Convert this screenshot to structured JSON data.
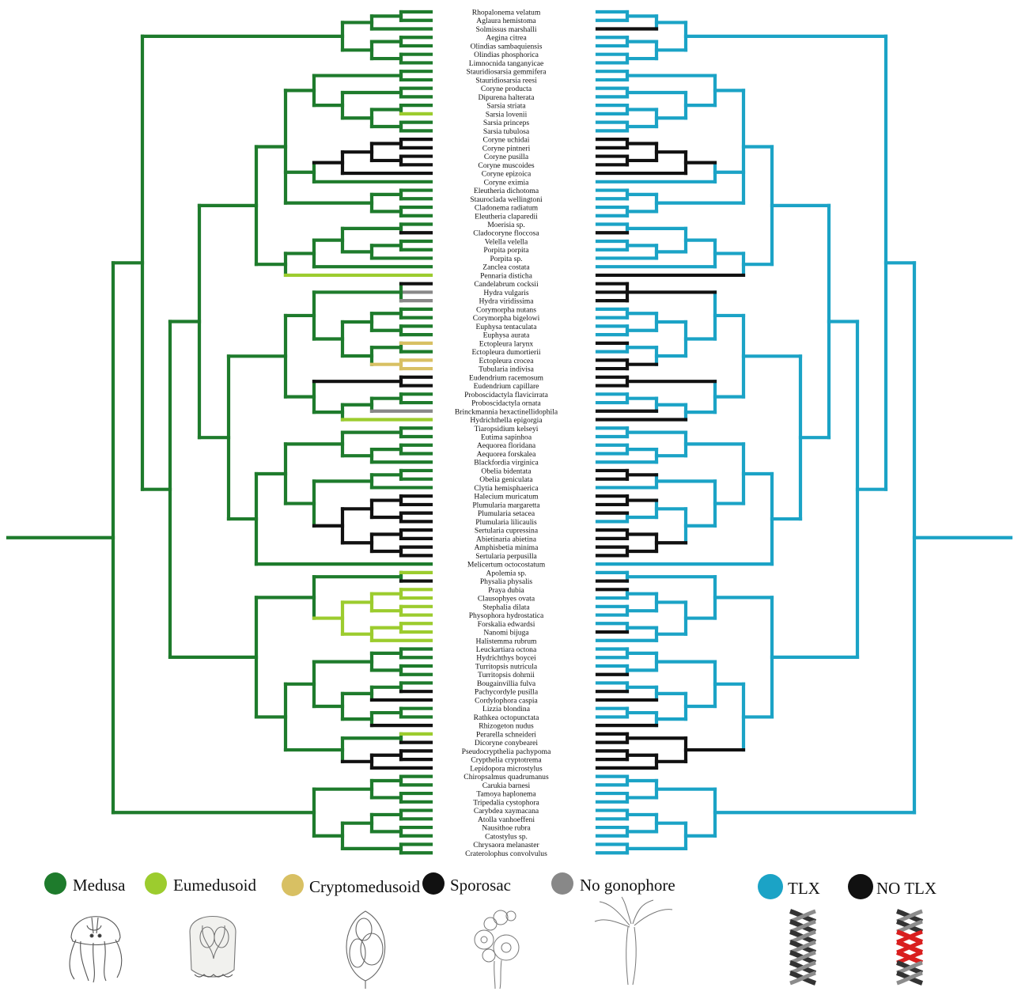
{
  "colors": {
    "medusa": "#1e7b2c",
    "eumedusoid": "#9ccc2e",
    "cryptomedusoid": "#d8c063",
    "sporosac": "#111111",
    "no_gonophore": "#888888",
    "tlx": "#1ba3c6",
    "no_tlx": "#111111",
    "dna_gray_dark": "#333333",
    "dna_gray_light": "#8c8c8c",
    "dna_red": "#d91e1e"
  },
  "taxa": [
    {
      "name": "Rhopalonema velatum",
      "gonophore": "medusa",
      "tlx": "tlx"
    },
    {
      "name": "Aglaura hemistoma",
      "gonophore": "medusa",
      "tlx": "tlx"
    },
    {
      "name": "Solmissus marshalli",
      "gonophore": "medusa",
      "tlx": "no_tlx"
    },
    {
      "name": "Aegina citrea",
      "gonophore": "medusa",
      "tlx": "tlx"
    },
    {
      "name": "Olindias sambaquiensis",
      "gonophore": "medusa",
      "tlx": "tlx"
    },
    {
      "name": "Olindias phosphorica",
      "gonophore": "medusa",
      "tlx": "tlx"
    },
    {
      "name": "Limnocnida tanganyicae",
      "gonophore": "medusa",
      "tlx": "tlx"
    },
    {
      "name": "Stauridiosarsia gemmifera",
      "gonophore": "medusa",
      "tlx": "tlx"
    },
    {
      "name": "Stauridiosarsia reesi",
      "gonophore": "medusa",
      "tlx": "tlx"
    },
    {
      "name": "Coryne producta",
      "gonophore": "medusa",
      "tlx": "tlx"
    },
    {
      "name": "Dipurena halterata",
      "gonophore": "medusa",
      "tlx": "tlx"
    },
    {
      "name": "Sarsia striata",
      "gonophore": "medusa",
      "tlx": "tlx"
    },
    {
      "name": "Sarsia lovenii",
      "gonophore": "eumedusoid",
      "tlx": "tlx"
    },
    {
      "name": "Sarsia princeps",
      "gonophore": "medusa",
      "tlx": "tlx"
    },
    {
      "name": "Sarsia tubulosa",
      "gonophore": "medusa",
      "tlx": "tlx"
    },
    {
      "name": "Coryne uchidai",
      "gonophore": "sporosac",
      "tlx": "no_tlx"
    },
    {
      "name": "Coryne pintneri",
      "gonophore": "sporosac",
      "tlx": "no_tlx"
    },
    {
      "name": "Coryne pusilla",
      "gonophore": "sporosac",
      "tlx": "no_tlx"
    },
    {
      "name": "Coryne muscoides",
      "gonophore": "sporosac",
      "tlx": "no_tlx"
    },
    {
      "name": "Coryne epizoica",
      "gonophore": "sporosac",
      "tlx": "no_tlx"
    },
    {
      "name": "Coryne eximia",
      "gonophore": "medusa",
      "tlx": "tlx"
    },
    {
      "name": "Eleutheria dichotoma",
      "gonophore": "medusa",
      "tlx": "tlx"
    },
    {
      "name": "Stauroclada wellingtoni",
      "gonophore": "medusa",
      "tlx": "tlx"
    },
    {
      "name": "Cladonema radiatum",
      "gonophore": "medusa",
      "tlx": "tlx"
    },
    {
      "name": "Eleutheria claparedii",
      "gonophore": "medusa",
      "tlx": "tlx"
    },
    {
      "name": "Moerisia sp.",
      "gonophore": "medusa",
      "tlx": "tlx"
    },
    {
      "name": "Cladocoryne floccosa",
      "gonophore": "sporosac",
      "tlx": "no_tlx"
    },
    {
      "name": "Velella velella",
      "gonophore": "medusa",
      "tlx": "tlx"
    },
    {
      "name": "Porpita porpita",
      "gonophore": "medusa",
      "tlx": "tlx"
    },
    {
      "name": "Porpita sp.",
      "gonophore": "medusa",
      "tlx": "tlx"
    },
    {
      "name": "Zanclea costata",
      "gonophore": "medusa",
      "tlx": "tlx"
    },
    {
      "name": "Pennaria disticha",
      "gonophore": "eumedusoid",
      "tlx": "no_tlx"
    },
    {
      "name": "Candelabrum cocksii",
      "gonophore": "sporosac",
      "tlx": "no_tlx"
    },
    {
      "name": "Hydra vulgaris",
      "gonophore": "no_gonophore",
      "tlx": "no_tlx"
    },
    {
      "name": "Hydra viridissima",
      "gonophore": "no_gonophore",
      "tlx": "no_tlx"
    },
    {
      "name": "Corymorpha nutans",
      "gonophore": "medusa",
      "tlx": "tlx"
    },
    {
      "name": "Corymorpha bigelowi",
      "gonophore": "medusa",
      "tlx": "tlx"
    },
    {
      "name": "Euphysa tentaculata",
      "gonophore": "medusa",
      "tlx": "tlx"
    },
    {
      "name": "Euphysa aurata",
      "gonophore": "medusa",
      "tlx": "tlx"
    },
    {
      "name": "Ectopleura larynx",
      "gonophore": "cryptomedusoid",
      "tlx": "no_tlx"
    },
    {
      "name": "Ectopleura dumortierii",
      "gonophore": "medusa",
      "tlx": "tlx"
    },
    {
      "name": "Ectopleura crocea",
      "gonophore": "cryptomedusoid",
      "tlx": "no_tlx"
    },
    {
      "name": "Tubularia indivisa",
      "gonophore": "cryptomedusoid",
      "tlx": "no_tlx"
    },
    {
      "name": "Eudendrium racemosum",
      "gonophore": "sporosac",
      "tlx": "no_tlx"
    },
    {
      "name": "Eudendrium capillare",
      "gonophore": "sporosac",
      "tlx": "no_tlx"
    },
    {
      "name": "Proboscidactyla flavicirrata",
      "gonophore": "medusa",
      "tlx": "tlx"
    },
    {
      "name": "Proboscidactyla ornata",
      "gonophore": "medusa",
      "tlx": "tlx"
    },
    {
      "name": "Brinckmannia hexactinellidophila",
      "gonophore": "no_gonophore",
      "tlx": "no_tlx"
    },
    {
      "name": "Hydrichthella epigorgia",
      "gonophore": "eumedusoid",
      "tlx": "no_tlx"
    },
    {
      "name": "Tiaropsidium kelseyi",
      "gonophore": "medusa",
      "tlx": "tlx"
    },
    {
      "name": "Eutima sapinhoa",
      "gonophore": "medusa",
      "tlx": "tlx"
    },
    {
      "name": "Aequorea floridana",
      "gonophore": "medusa",
      "tlx": "tlx"
    },
    {
      "name": "Aequorea forskalea",
      "gonophore": "medusa",
      "tlx": "tlx"
    },
    {
      "name": "Blackfordia virginica",
      "gonophore": "medusa",
      "tlx": "tlx"
    },
    {
      "name": "Obelia bidentata",
      "gonophore": "medusa",
      "tlx": "no_tlx"
    },
    {
      "name": "Obelia geniculata",
      "gonophore": "medusa",
      "tlx": "no_tlx"
    },
    {
      "name": "Clytia hemisphaerica",
      "gonophore": "medusa",
      "tlx": "tlx"
    },
    {
      "name": "Halecium muricatum",
      "gonophore": "sporosac",
      "tlx": "no_tlx"
    },
    {
      "name": "Plumularia margaretta",
      "gonophore": "sporosac",
      "tlx": "no_tlx"
    },
    {
      "name": "Plumularia setacea",
      "gonophore": "sporosac",
      "tlx": "no_tlx"
    },
    {
      "name": "Plumularia lilicaulis",
      "gonophore": "sporosac",
      "tlx": "tlx"
    },
    {
      "name": "Sertularia cupressina",
      "gonophore": "sporosac",
      "tlx": "no_tlx"
    },
    {
      "name": "Abietinaria abietina",
      "gonophore": "sporosac",
      "tlx": "no_tlx"
    },
    {
      "name": "Amphisbetia minima",
      "gonophore": "sporosac",
      "tlx": "no_tlx"
    },
    {
      "name": "Sertularia perpusilla",
      "gonophore": "sporosac",
      "tlx": "no_tlx"
    },
    {
      "name": "Melicertum octocostatum",
      "gonophore": "medusa",
      "tlx": "tlx"
    },
    {
      "name": "Apolemia sp.",
      "gonophore": "eumedusoid",
      "tlx": "tlx"
    },
    {
      "name": "Physalia physalis",
      "gonophore": "sporosac",
      "tlx": "no_tlx"
    },
    {
      "name": "Praya dubia",
      "gonophore": "eumedusoid",
      "tlx": "no_tlx"
    },
    {
      "name": "Clausophyes ovata",
      "gonophore": "eumedusoid",
      "tlx": "tlx"
    },
    {
      "name": "Stephalia dilata",
      "gonophore": "eumedusoid",
      "tlx": "tlx"
    },
    {
      "name": "Physophora hydrostatica",
      "gonophore": "eumedusoid",
      "tlx": "tlx"
    },
    {
      "name": "Forskalia edwardsi",
      "gonophore": "eumedusoid",
      "tlx": "tlx"
    },
    {
      "name": "Nanomi bijuga",
      "gonophore": "eumedusoid",
      "tlx": "no_tlx"
    },
    {
      "name": "Halistemma rubrum",
      "gonophore": "eumedusoid",
      "tlx": "tlx"
    },
    {
      "name": "Leuckartiara octona",
      "gonophore": "medusa",
      "tlx": "tlx"
    },
    {
      "name": "Hydrichthys boycei",
      "gonophore": "medusa",
      "tlx": "tlx"
    },
    {
      "name": "Turritopsis nutricula",
      "gonophore": "medusa",
      "tlx": "tlx"
    },
    {
      "name": "Turritopsis dohrnii",
      "gonophore": "medusa",
      "tlx": "no_tlx"
    },
    {
      "name": "Bougainvillia fulva",
      "gonophore": "medusa",
      "tlx": "tlx"
    },
    {
      "name": "Pachycordyle pusilla",
      "gonophore": "sporosac",
      "tlx": "no_tlx"
    },
    {
      "name": "Cordylophora caspia",
      "gonophore": "sporosac",
      "tlx": "no_tlx"
    },
    {
      "name": "Lizzia blondina",
      "gonophore": "medusa",
      "tlx": "tlx"
    },
    {
      "name": "Rathkea octopunctata",
      "gonophore": "medusa",
      "tlx": "tlx"
    },
    {
      "name": "Rhizogeton nudus",
      "gonophore": "sporosac",
      "tlx": "no_tlx"
    },
    {
      "name": "Perarella schneideri",
      "gonophore": "eumedusoid",
      "tlx": "no_tlx"
    },
    {
      "name": "Dicoryne conybearei",
      "gonophore": "sporosac",
      "tlx": "no_tlx"
    },
    {
      "name": "Pseudocrypthelia pachypoma",
      "gonophore": "sporosac",
      "tlx": "no_tlx"
    },
    {
      "name": "Crypthelia cryptotrema",
      "gonophore": "sporosac",
      "tlx": "no_tlx"
    },
    {
      "name": "Lepidopora microstylus",
      "gonophore": "sporosac",
      "tlx": "no_tlx"
    },
    {
      "name": "Chiropsalmus quadrumanus",
      "gonophore": "medusa",
      "tlx": "tlx"
    },
    {
      "name": "Carukia barnesi",
      "gonophore": "medusa",
      "tlx": "tlx"
    },
    {
      "name": "Tamoya haplonema",
      "gonophore": "medusa",
      "tlx": "tlx"
    },
    {
      "name": "Tripedalia cystophora",
      "gonophore": "medusa",
      "tlx": "tlx"
    },
    {
      "name": "Carybdea xaymacana",
      "gonophore": "medusa",
      "tlx": "tlx"
    },
    {
      "name": "Atolla vanhoeffeni",
      "gonophore": "medusa",
      "tlx": "tlx"
    },
    {
      "name": "Nausithoe rubra",
      "gonophore": "medusa",
      "tlx": "tlx"
    },
    {
      "name": "Catostylus sp.",
      "gonophore": "medusa",
      "tlx": "tlx"
    },
    {
      "name": "Chrysaora melanaster",
      "gonophore": "medusa",
      "tlx": "tlx"
    },
    {
      "name": "Craterolophus convolvulus",
      "gonophore": "medusa",
      "tlx": "tlx"
    }
  ],
  "legend_gonophore": [
    {
      "key": "medusa",
      "label": "Medusa"
    },
    {
      "key": "eumedusoid",
      "label": "Eumedusoid"
    },
    {
      "key": "cryptomedusoid",
      "label": "Cryptomedusoid"
    },
    {
      "key": "sporosac",
      "label": "Sporosac"
    },
    {
      "key": "no_gonophore",
      "label": "No gonophore"
    }
  ],
  "legend_tlx": [
    {
      "key": "tlx",
      "label": "TLX"
    },
    {
      "key": "no_tlx",
      "label": "NO TLX"
    }
  ]
}
